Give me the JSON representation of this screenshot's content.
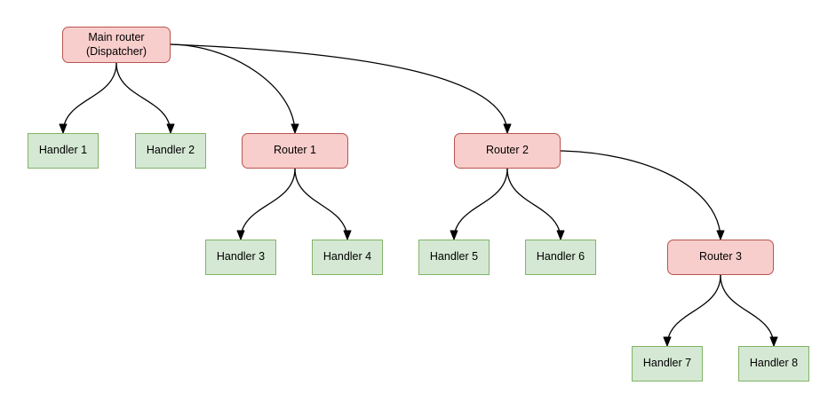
{
  "diagram": {
    "type": "flowchart-tree",
    "colors": {
      "router_fill": "#f8cecc",
      "router_border": "#b85450",
      "handler_fill": "#d5e8d4",
      "handler_border": "#82b366",
      "edge": "#000000",
      "background": "#ffffff",
      "text": "#000000"
    },
    "nodes": [
      {
        "id": "main",
        "label": "Main router (Dispatcher)",
        "kind": "router"
      },
      {
        "id": "handler1",
        "label": "Handler 1",
        "kind": "handler"
      },
      {
        "id": "handler2",
        "label": "Handler 2",
        "kind": "handler"
      },
      {
        "id": "router1",
        "label": "Router 1",
        "kind": "router"
      },
      {
        "id": "router2",
        "label": "Router 2",
        "kind": "router"
      },
      {
        "id": "handler3",
        "label": "Handler 3",
        "kind": "handler"
      },
      {
        "id": "handler4",
        "label": "Handler 4",
        "kind": "handler"
      },
      {
        "id": "handler5",
        "label": "Handler 5",
        "kind": "handler"
      },
      {
        "id": "handler6",
        "label": "Handler 6",
        "kind": "handler"
      },
      {
        "id": "router3",
        "label": "Router 3",
        "kind": "router"
      },
      {
        "id": "handler7",
        "label": "Handler 7",
        "kind": "handler"
      },
      {
        "id": "handler8",
        "label": "Handler 8",
        "kind": "handler"
      }
    ],
    "edges": [
      {
        "from": "main",
        "to": "handler1"
      },
      {
        "from": "main",
        "to": "handler2"
      },
      {
        "from": "main",
        "to": "router1"
      },
      {
        "from": "main",
        "to": "router2"
      },
      {
        "from": "router1",
        "to": "handler3"
      },
      {
        "from": "router1",
        "to": "handler4"
      },
      {
        "from": "router2",
        "to": "handler5"
      },
      {
        "from": "router2",
        "to": "handler6"
      },
      {
        "from": "router2",
        "to": "router3"
      },
      {
        "from": "router3",
        "to": "handler7"
      },
      {
        "from": "router3",
        "to": "handler8"
      }
    ]
  }
}
